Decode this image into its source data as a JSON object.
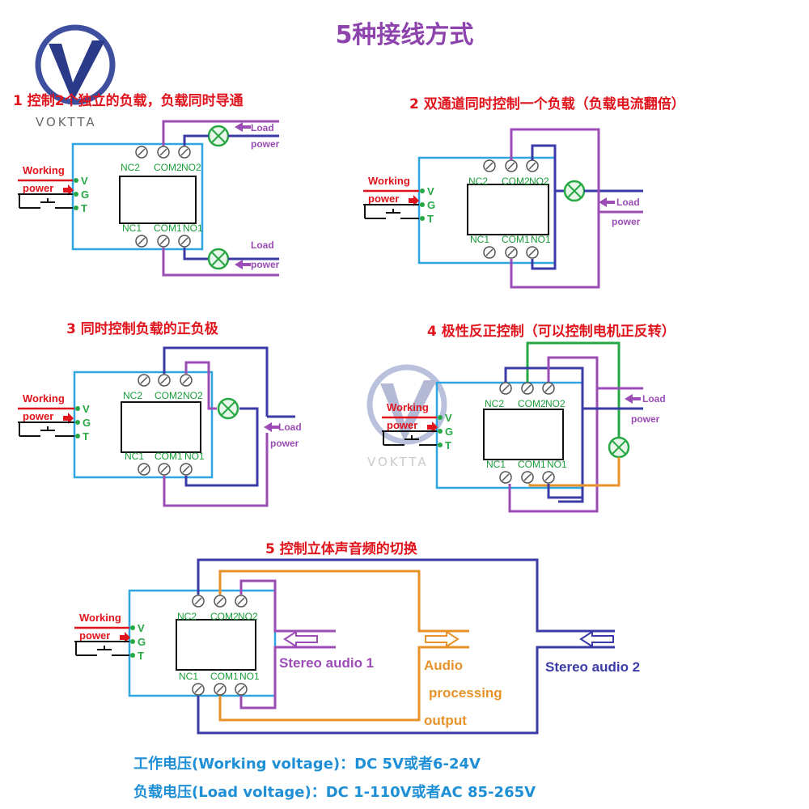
{
  "title": "5种接线方式",
  "logo": {
    "text": "VOKTTA"
  },
  "sections": [
    {
      "num": "1",
      "text": "控制2个独立的负载，负载同时导通"
    },
    {
      "num": "2",
      "text": "双通道同时控制一个负载（负载电流翻倍）"
    },
    {
      "num": "3",
      "text": "同时控制负载的正负极"
    },
    {
      "num": "4",
      "text": "极性反正控制（可以控制电机正反转）"
    },
    {
      "num": "5",
      "text": "控制立体声音频的切换"
    }
  ],
  "labels": {
    "working": "Working",
    "power": "power",
    "load": "Load",
    "pin_v": "V",
    "pin_g": "G",
    "pin_t": "T",
    "nc2": "NC2",
    "com2": "COM2",
    "no2": "NO2",
    "nc1": "NC1",
    "com1": "COM1",
    "no1": "NO1",
    "stereo1": "Stereo audio 1",
    "stereo2": "Stereo audio 2",
    "audio": "Audio",
    "processing": "processing",
    "output": "output"
  },
  "notes": {
    "working_voltage": "工作电压(Working voltage)：DC 5V或者6-24V",
    "load_voltage": "负载电压(Load voltage)：DC 1-110V或者AC 85-265V"
  },
  "colors": {
    "title": "#8e44ad",
    "section": "#e0141c",
    "relay_border": "#2fa6df",
    "wire_purple": "#9b4db5",
    "wire_blue": "#3b3ba8",
    "wire_orange": "#e8922a",
    "wire_green": "#27a844",
    "note": "#1f8fd6"
  }
}
